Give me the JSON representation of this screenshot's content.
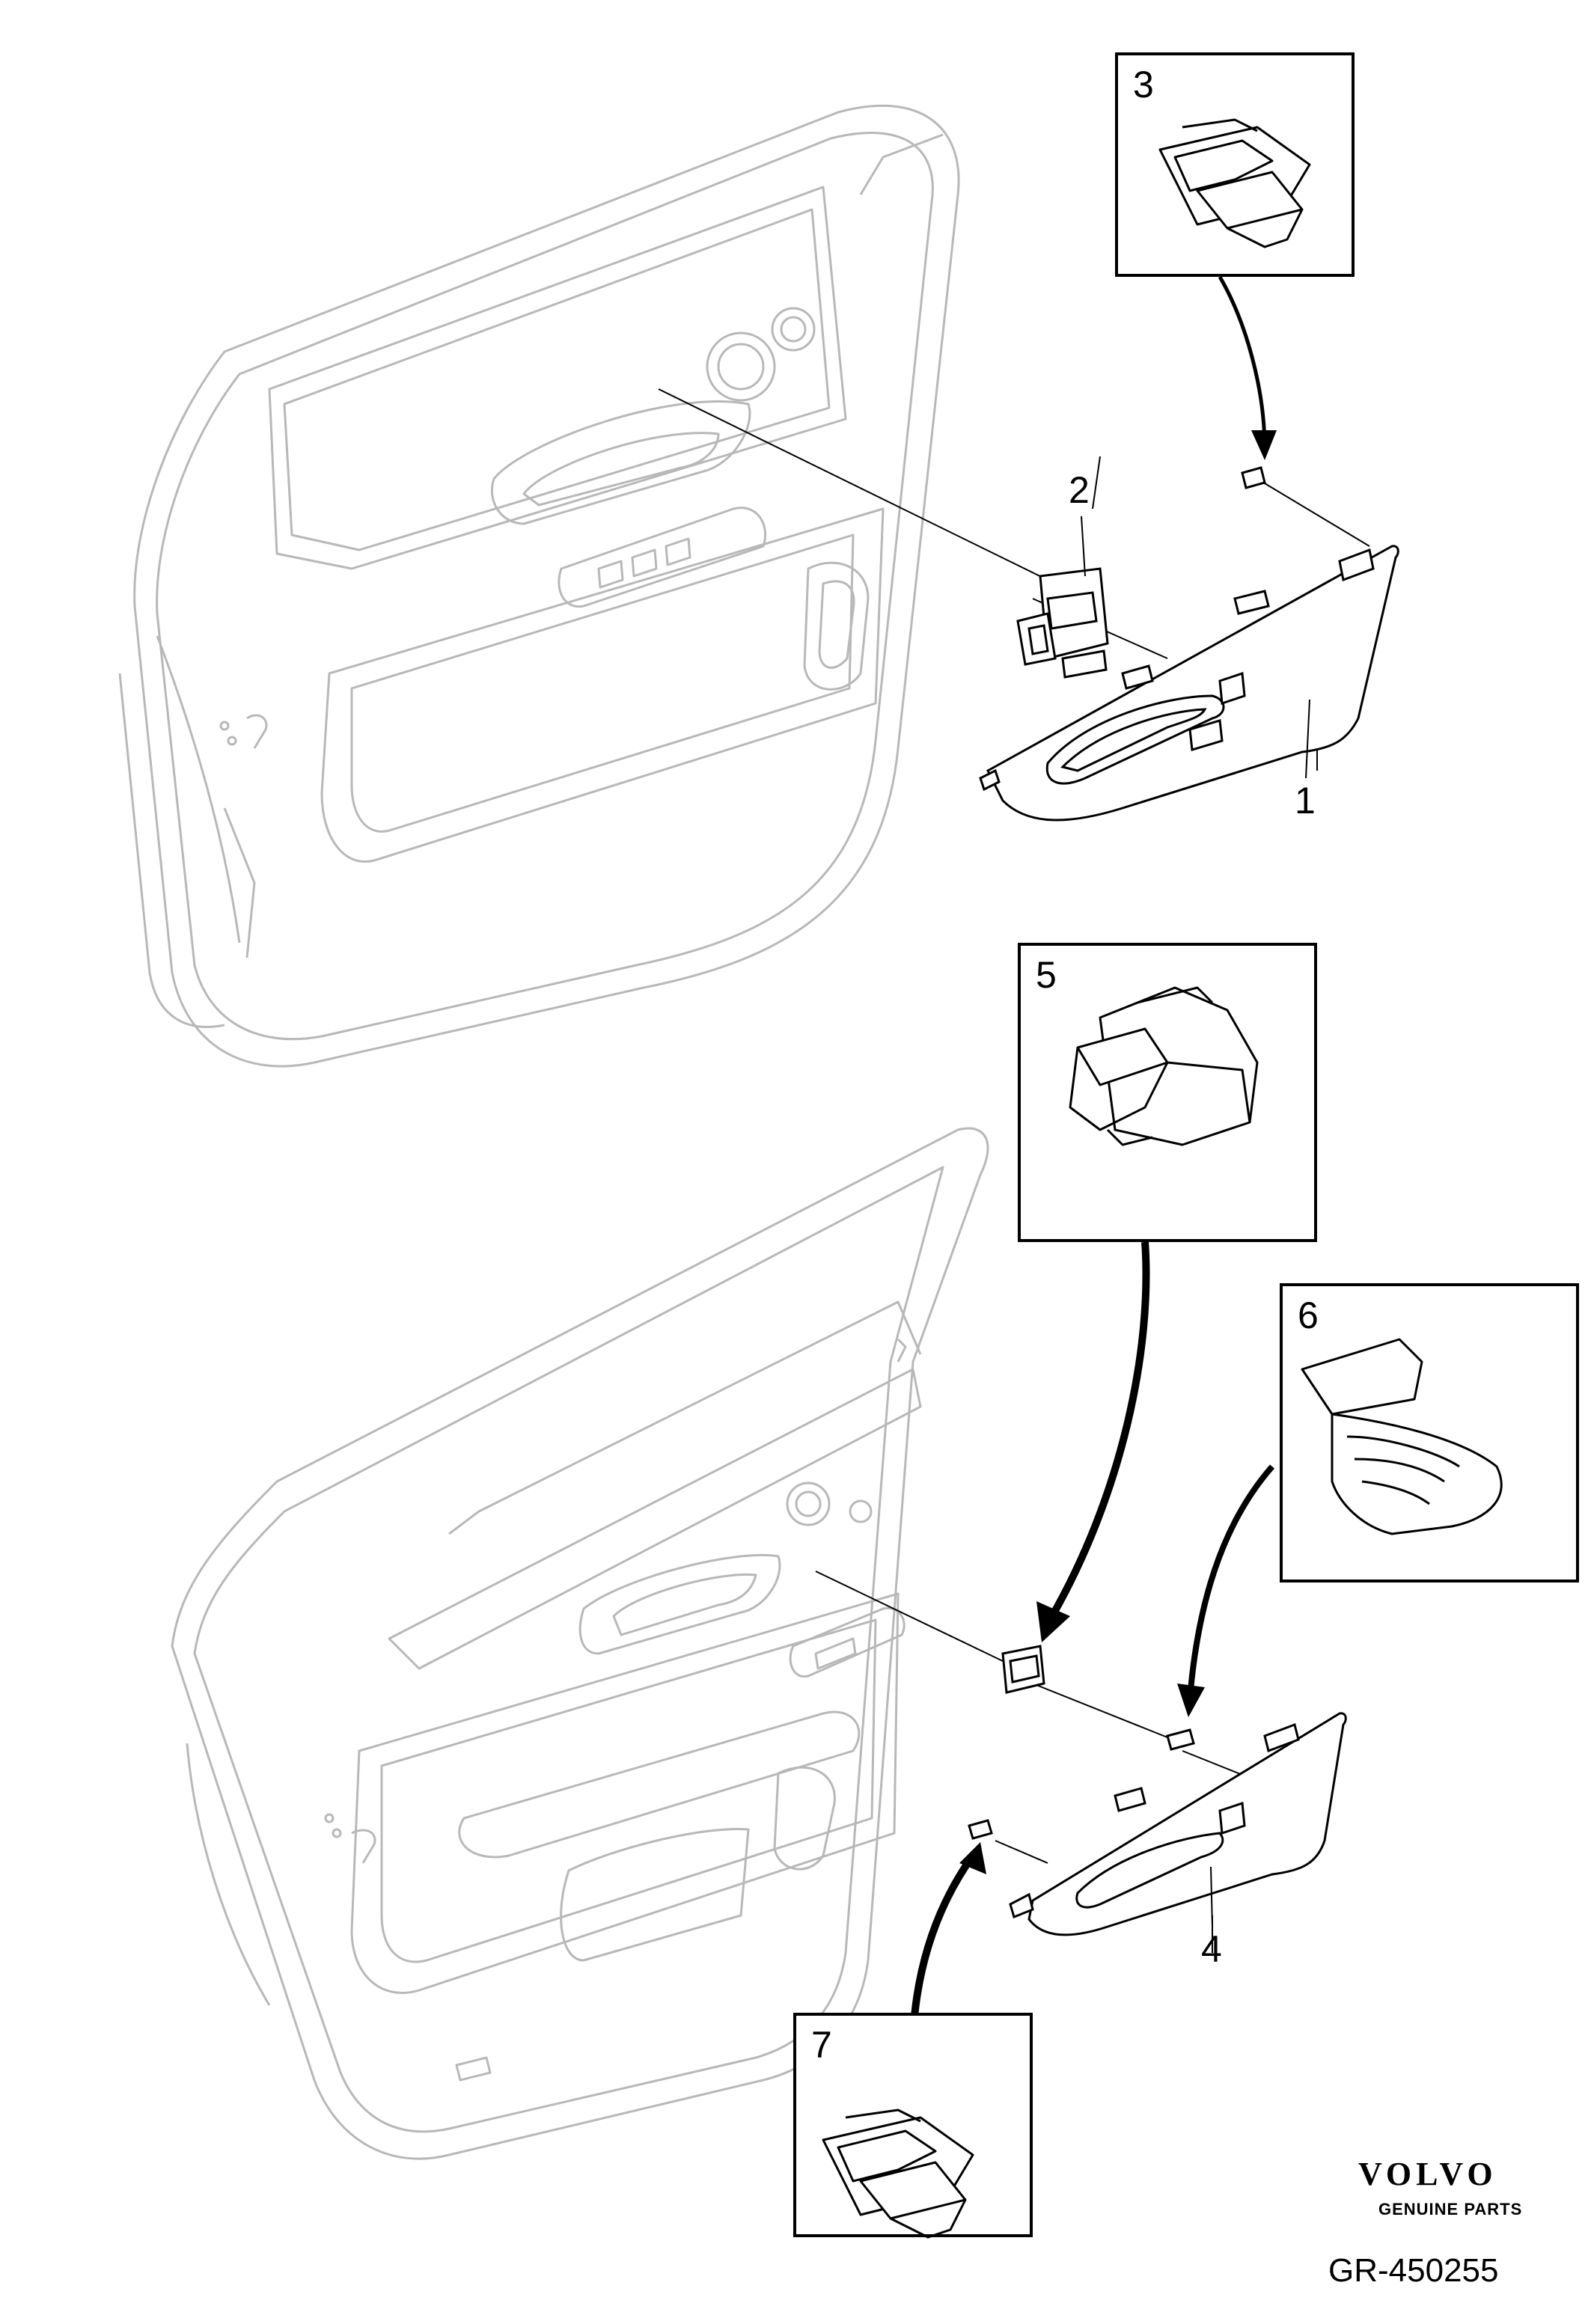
{
  "callouts": {
    "c1": "1",
    "c2": "2",
    "c3": "3",
    "c4": "4",
    "c5": "5",
    "c6": "6",
    "c7": "7"
  },
  "logo": {
    "brand": "VOLVO",
    "tagline": "GENUINE PARTS"
  },
  "reference": "GR-450255",
  "colors": {
    "line": "#000000",
    "ghost": "#b8b8b8",
    "background": "#ffffff"
  }
}
